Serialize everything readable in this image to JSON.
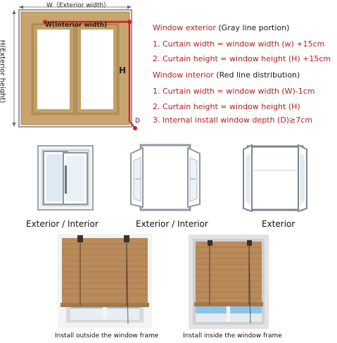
{
  "diagram": {
    "w_label": "W（Exterior width）",
    "w_inner_label": "W(Interior width)",
    "h_label": "H(Exterior height)",
    "h_inner_label": "H",
    "d_label": "D"
  },
  "spec": {
    "exterior_title_red": "Window exterior",
    "exterior_title_note": "(Gray line portion)",
    "ext_line1_red": "1. Curtain width = window width",
    "ext_line1_note": "(w) +15cm",
    "ext_line2_red": "2. Curtain height = window height",
    "ext_line2_note": "(H) +15cm",
    "interior_title_red": "Window interior",
    "interior_title_note": "(Red line distribution)",
    "int_line1_red": "1. Curtain width = window width",
    "int_line1_note": "(W)-1cm",
    "int_line2_red": "2. Curtain height = window height",
    "int_line2_note": "(H)",
    "int_line3_red": "3. Internal install window depth (D)≥7cm"
  },
  "windows": [
    {
      "caption": "Exterior / Interior"
    },
    {
      "caption": "Exterior / Interior"
    },
    {
      "caption": "Exterior"
    }
  ],
  "installs": [
    {
      "caption": "Install outside the window frame"
    },
    {
      "caption": "Install inside the window frame"
    }
  ],
  "colors": {
    "accent_red": "#b01e1e",
    "frame_wood": "#c8a46e",
    "bamboo": "#b98a5a",
    "sky": "#8cc3ea"
  }
}
